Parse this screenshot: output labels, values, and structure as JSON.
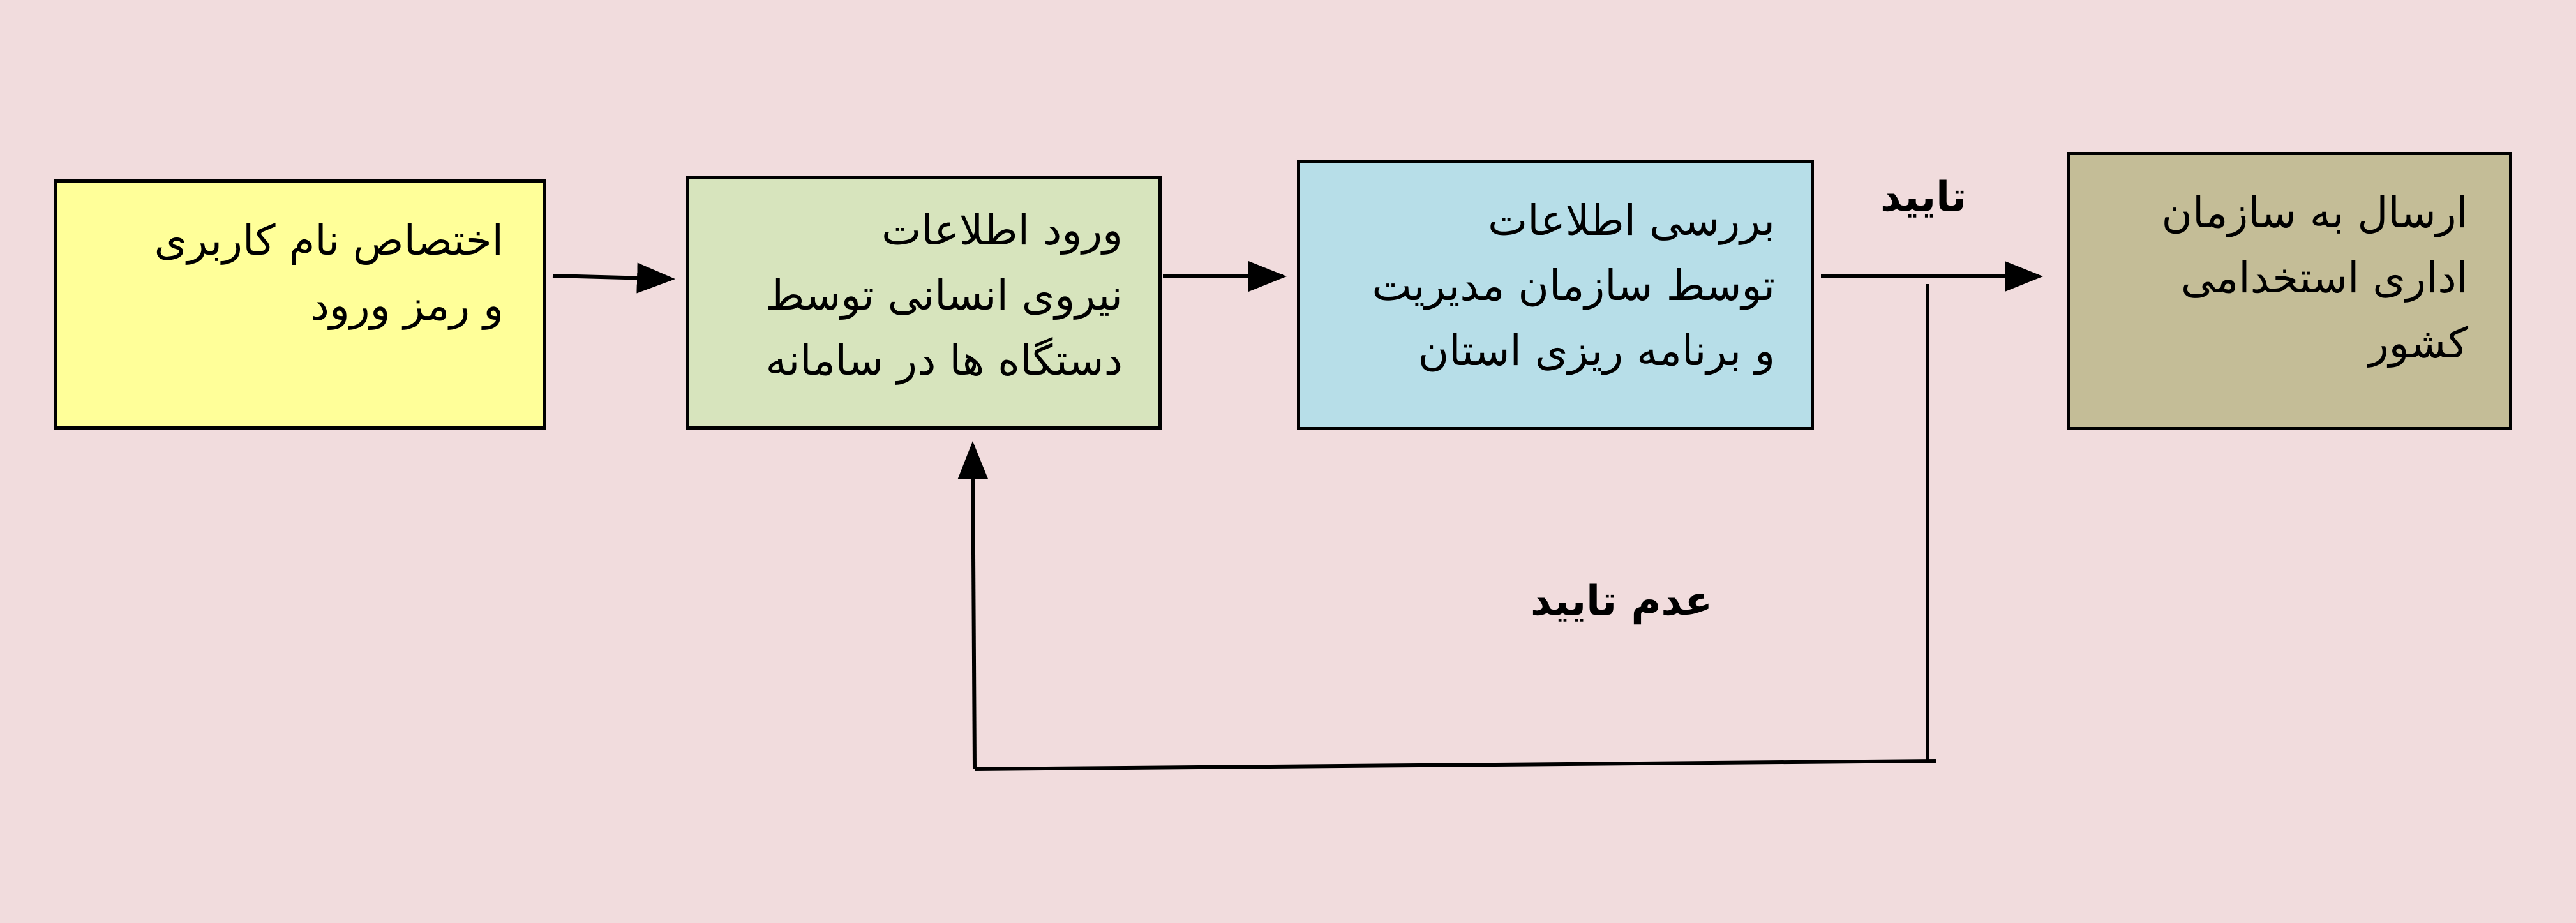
{
  "background_color": "#f1dcdd",
  "nodes": {
    "assign_credentials": {
      "fill": "#ffff99",
      "lines": [
        "اختصاص نام کاربری",
        "و رمز ورود"
      ]
    },
    "enter_data": {
      "fill": "#d7e4bd",
      "lines": [
        "ورود اطلاعات",
        "نیروی انسانی توسط",
        "دستگاه ها در  سامانه"
      ]
    },
    "review": {
      "fill": "#b7dee8",
      "lines": [
        "بررسی اطلاعات",
        "توسط سازمان مدیریت",
        "و برنامه ریزی استان"
      ]
    },
    "send": {
      "fill": "#c4bd97",
      "lines": [
        "ارسال به سازمان",
        "اداری استخدامی",
        "کشور"
      ]
    }
  },
  "edges": {
    "approve_label": "تایید",
    "reject_label": "عدم تایید"
  }
}
